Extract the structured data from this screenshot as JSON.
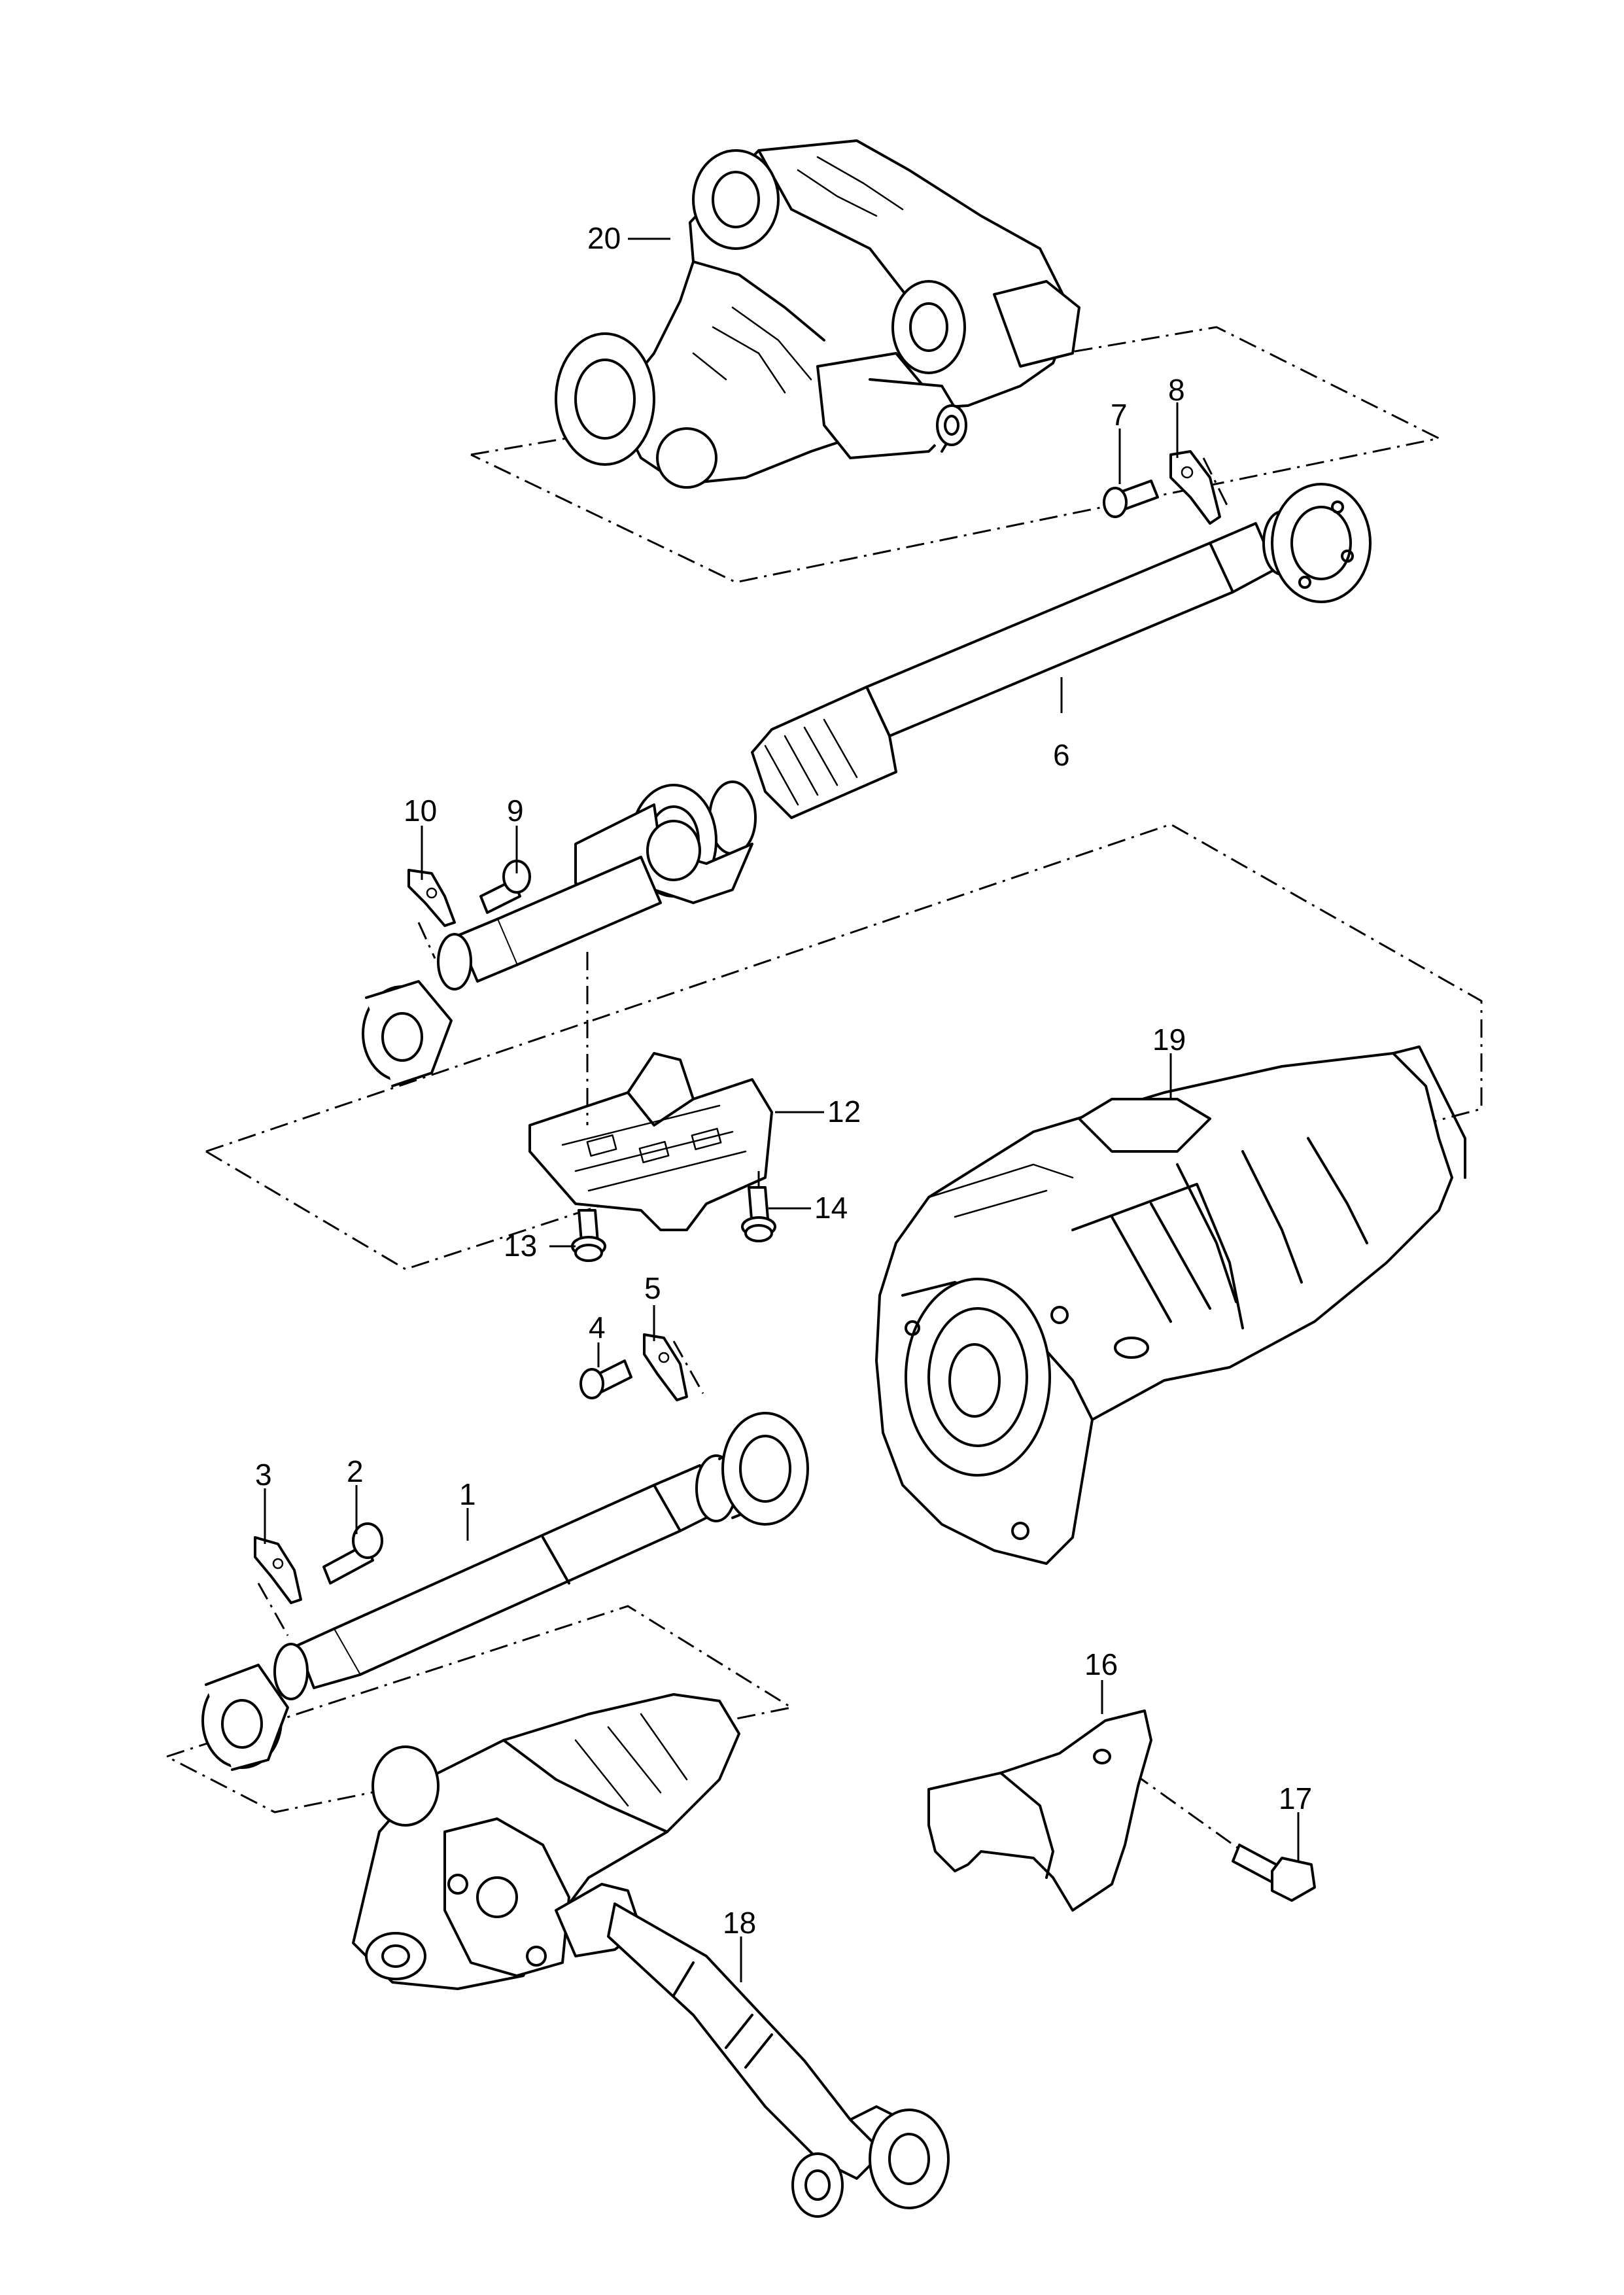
{
  "callouts": {
    "c1": "1",
    "c2": "2",
    "c3": "3",
    "c4": "4",
    "c5": "5",
    "c6": "6",
    "c7": "7",
    "c8": "8",
    "c9": "9",
    "c10": "10",
    "c12": "12",
    "c13": "13",
    "c14": "14",
    "c16": "16",
    "c17": "17",
    "c18": "18",
    "c19": "19",
    "c20": "20"
  }
}
